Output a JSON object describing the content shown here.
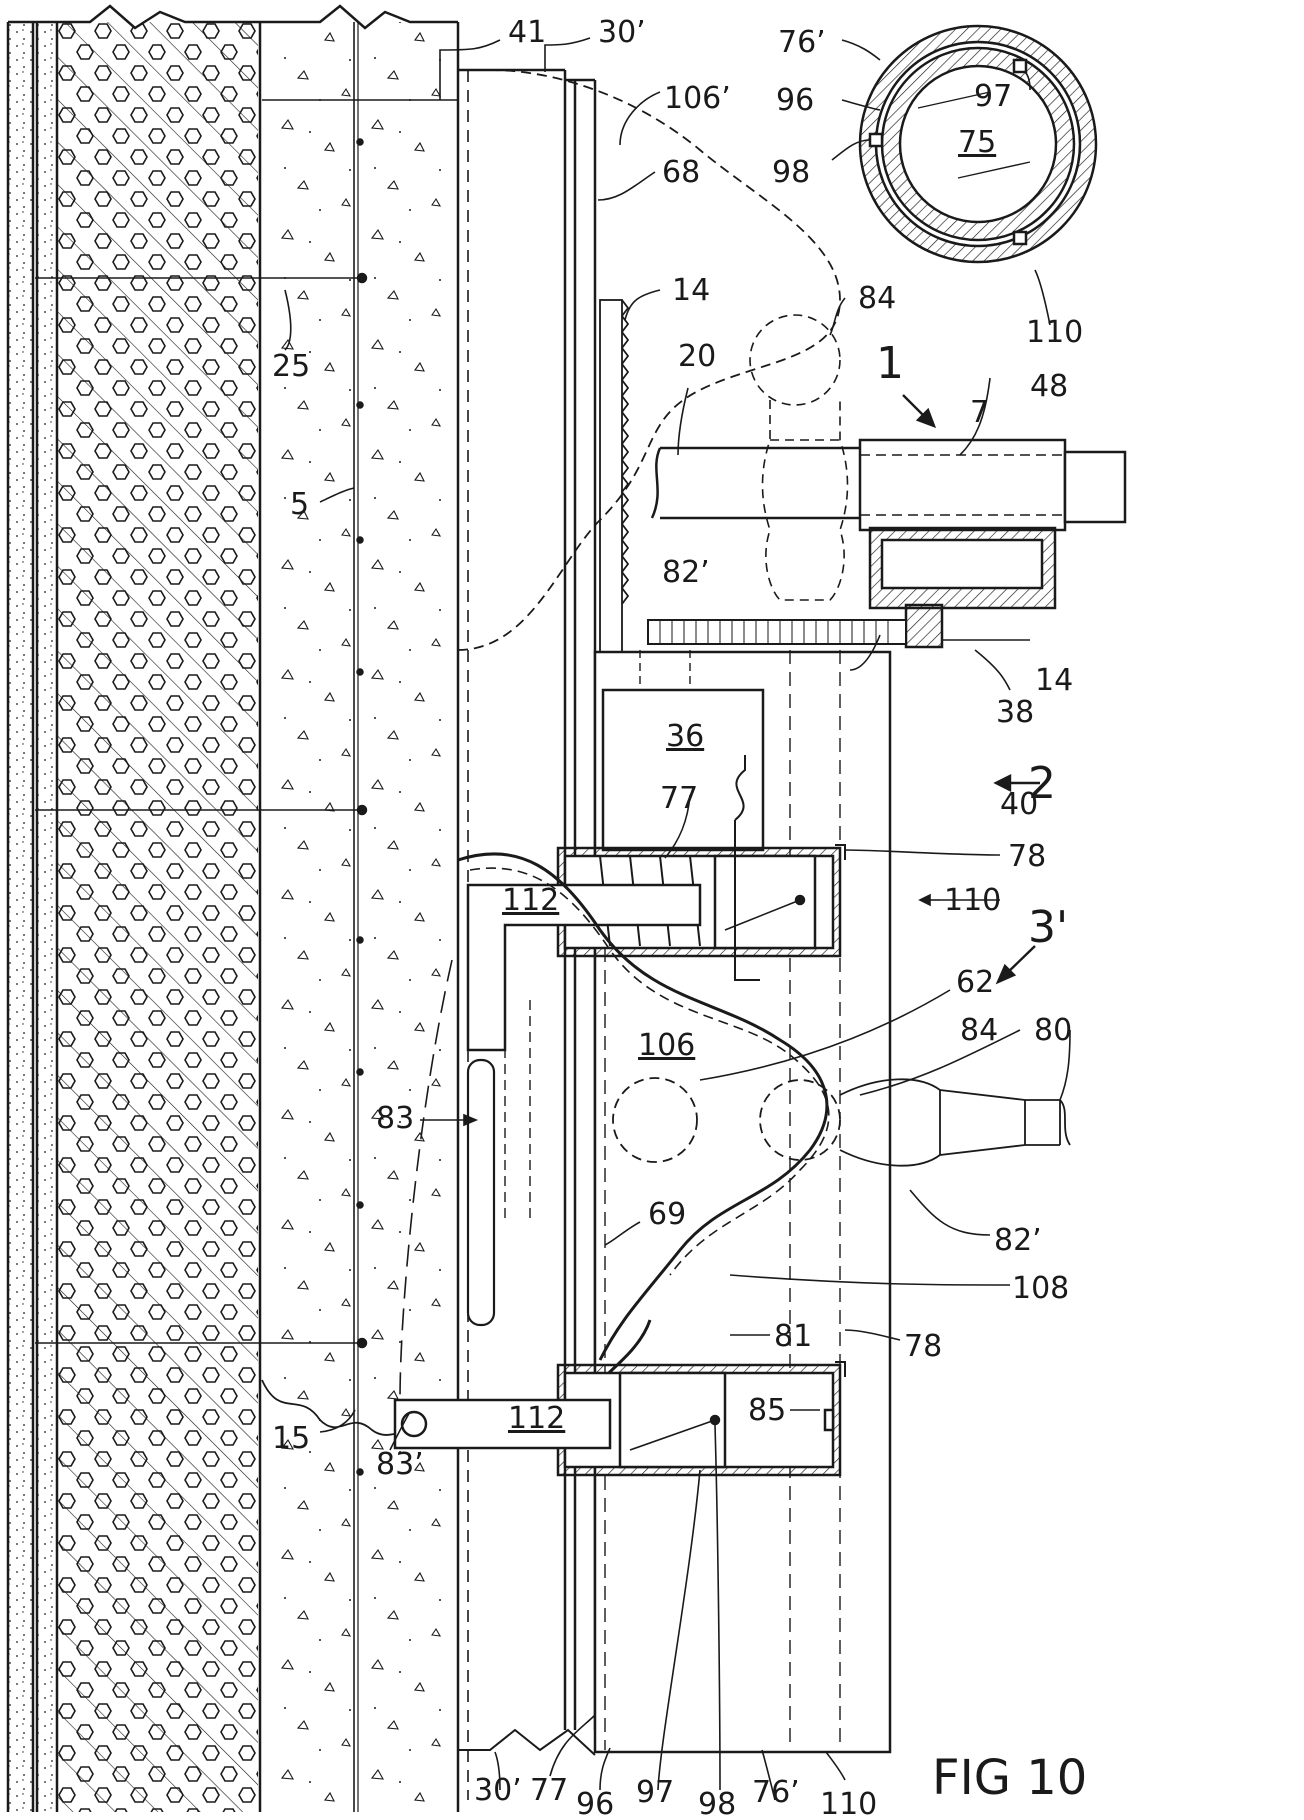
{
  "figure_label": "FIG 10",
  "colors": {
    "ink": "#1a1a1a",
    "paper": "#ffffff"
  },
  "labels": {
    "l41": "41",
    "l30p_top": "30’",
    "l106p": "106’",
    "l68": "68",
    "l14_top": "14",
    "l84_top": "84",
    "l20": "20",
    "l1": "1",
    "l48": "48",
    "l7": "7",
    "l25": "25",
    "l5": "5",
    "l82p_top": "82’",
    "l14_mid": "14",
    "l38": "38",
    "l36": "36",
    "l2": "2",
    "l40": "40",
    "l77_top": "77",
    "l78_top": "78",
    "l112_top": "112",
    "l110_mid": "110",
    "l3p": "3'",
    "l62": "62",
    "l84_mid": "84",
    "l80": "80",
    "l106": "106",
    "l83": "83",
    "l69": "69",
    "l82p_bot": "82’",
    "l108": "108",
    "l78_bot": "78",
    "l81": "81",
    "l112_bot": "112",
    "l85": "85",
    "l15": "15",
    "l83p": "83’",
    "l30p_bot": "30’",
    "l77_bot": "77",
    "l96_bot": "96",
    "l97_bot": "97",
    "l98_bot": "98",
    "l76p_bot": "76’",
    "l110_bot": "110",
    "l76p_inset": "76’",
    "l96_inset": "96",
    "l97_inset": "97",
    "l75": "75",
    "l98_inset": "98",
    "l110_inset": "110"
  }
}
